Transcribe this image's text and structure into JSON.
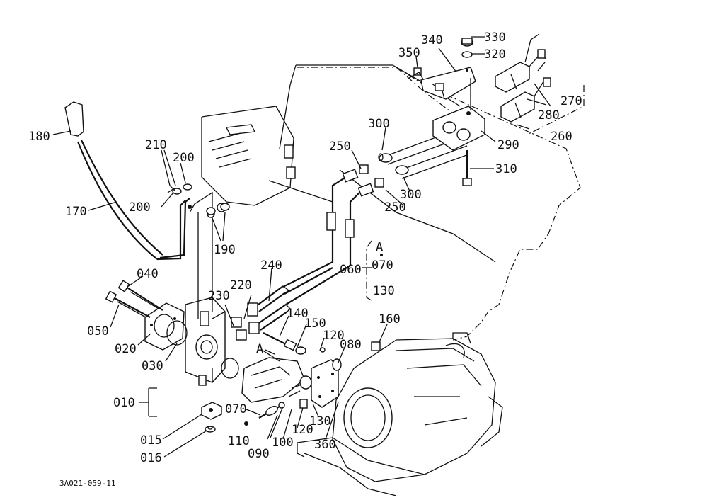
{
  "diagram": {
    "caption": "3A021-059-11",
    "callouts": [
      {
        "id": "c010",
        "text": "010"
      },
      {
        "id": "c015",
        "text": "015"
      },
      {
        "id": "c016",
        "text": "016"
      },
      {
        "id": "c020",
        "text": "020"
      },
      {
        "id": "c030",
        "text": "030"
      },
      {
        "id": "c040",
        "text": "040"
      },
      {
        "id": "c050",
        "text": "050"
      },
      {
        "id": "c060",
        "text": "060"
      },
      {
        "id": "c070a",
        "text": "070"
      },
      {
        "id": "c070b",
        "text": "070"
      },
      {
        "id": "c080",
        "text": "080"
      },
      {
        "id": "c090",
        "text": "090"
      },
      {
        "id": "c100",
        "text": "100"
      },
      {
        "id": "c110",
        "text": "110"
      },
      {
        "id": "c120a",
        "text": "120"
      },
      {
        "id": "c120b",
        "text": "120"
      },
      {
        "id": "c130a",
        "text": "130"
      },
      {
        "id": "c130b",
        "text": "130"
      },
      {
        "id": "c140",
        "text": "140"
      },
      {
        "id": "c150",
        "text": "150"
      },
      {
        "id": "c160",
        "text": "160"
      },
      {
        "id": "c170",
        "text": "170"
      },
      {
        "id": "c180",
        "text": "180"
      },
      {
        "id": "c190",
        "text": "190"
      },
      {
        "id": "c200a",
        "text": "200"
      },
      {
        "id": "c200b",
        "text": "200"
      },
      {
        "id": "c210",
        "text": "210"
      },
      {
        "id": "c220",
        "text": "220"
      },
      {
        "id": "c230",
        "text": "230"
      },
      {
        "id": "c240",
        "text": "240"
      },
      {
        "id": "c250a",
        "text": "250"
      },
      {
        "id": "c250b",
        "text": "250"
      },
      {
        "id": "c260",
        "text": "260"
      },
      {
        "id": "c270",
        "text": "270"
      },
      {
        "id": "c280",
        "text": "280"
      },
      {
        "id": "c290",
        "text": "290"
      },
      {
        "id": "c300a",
        "text": "300"
      },
      {
        "id": "c300b",
        "text": "300"
      },
      {
        "id": "c310",
        "text": "310"
      },
      {
        "id": "c320",
        "text": "320"
      },
      {
        "id": "c330",
        "text": "330"
      },
      {
        "id": "c340",
        "text": "340"
      },
      {
        "id": "c350",
        "text": "350"
      },
      {
        "id": "c360",
        "text": "360"
      },
      {
        "id": "cA1",
        "text": "A"
      },
      {
        "id": "cA2",
        "text": "A"
      }
    ]
  }
}
